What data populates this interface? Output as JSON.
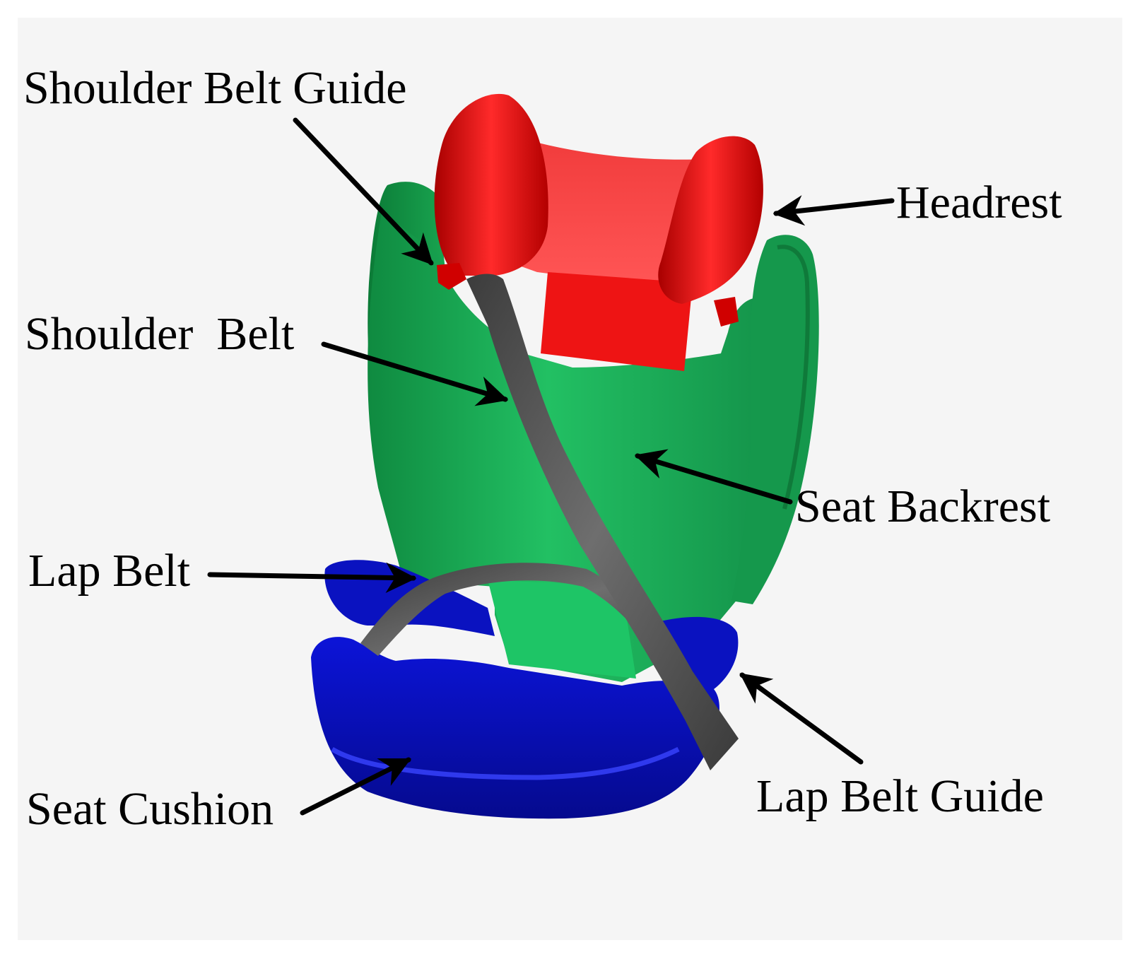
{
  "labels": {
    "shoulder_belt_guide": "Shoulder Belt Guide",
    "headrest": "Headrest",
    "shoulder_belt": "Shoulder  Belt",
    "seat_backrest": "Seat Backrest",
    "lap_belt": "Lap Belt",
    "seat_cushion": "Seat Cushion",
    "lap_belt_guide": "Lap Belt Guide"
  },
  "colors": {
    "headrest": "#e30b0b",
    "backrest": "#1fb05a",
    "cushion": "#0b12c8",
    "belt": "#4a4a4a",
    "background": "#f5f5f5",
    "text": "#000000"
  }
}
